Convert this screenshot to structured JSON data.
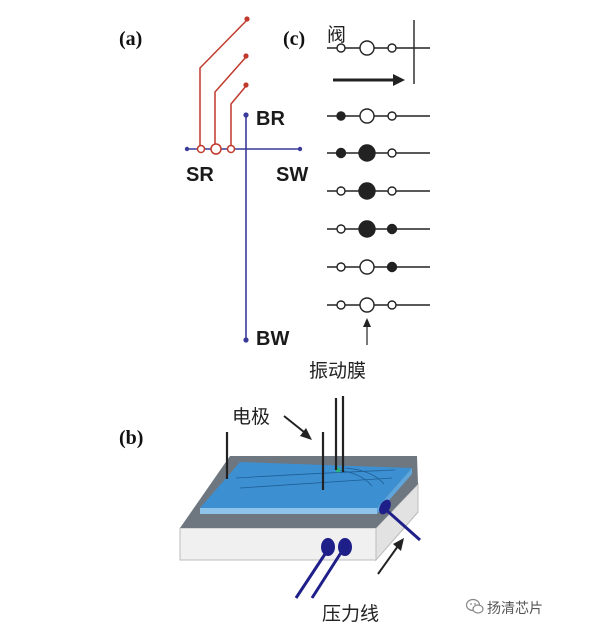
{
  "panel_labels": {
    "a": "(a)",
    "b": "(b)",
    "c": "(c)"
  },
  "panel_a": {
    "br": "BR",
    "sr": "SR",
    "sw": "SW",
    "bw": "BW"
  },
  "panel_c": {
    "valve": "阀",
    "membrane": "振动膜"
  },
  "panel_b": {
    "electrode": "电极",
    "pressure_line": "压力线"
  },
  "watermark": {
    "text": "扬清芯片",
    "icon": "wechat-icon"
  },
  "colors": {
    "red_line": "#c0392b",
    "blue_line": "#3a3a9a",
    "chip_blue": "#3c8fd1",
    "chip_top_gray": "#6e7680",
    "tube_navy": "#1f1f8a"
  }
}
